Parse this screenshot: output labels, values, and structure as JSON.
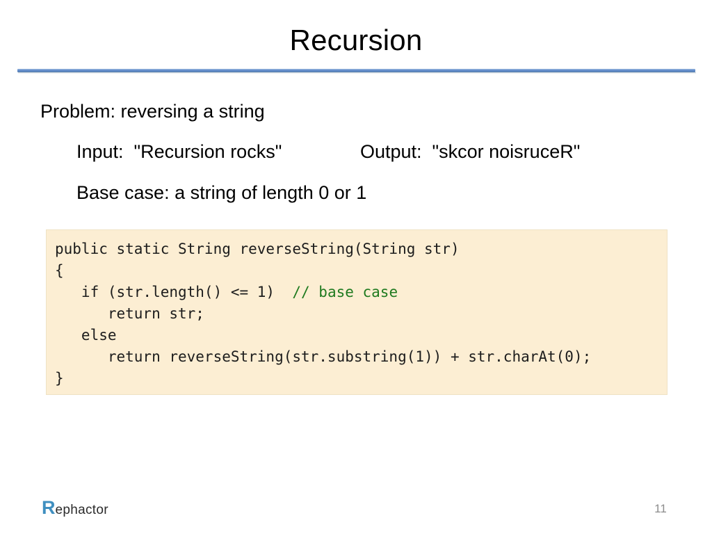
{
  "slide": {
    "title": "Recursion",
    "page_number": "11",
    "accent_color": "#4f7cbe",
    "code_background": "#fceed3",
    "comment_color": "#1f7a1f"
  },
  "body": {
    "problem": "Problem: reversing a string",
    "input": "Input:  \"Recursion rocks\"",
    "output": "Output:  \"skcor noisruceR\"",
    "base_case": "Base case: a string of length 0 or 1"
  },
  "code": {
    "line1": "public static String reverseString(String str)",
    "line2": "{",
    "line3_code": "   if (str.length() <= 1)  ",
    "line3_comment": "// base case",
    "line4": "      return str;",
    "line5": "   else",
    "line6": "      return reverseString(str.substring(1)) + str.charAt(0);",
    "line7": "}"
  },
  "footer": {
    "logo_initial": "R",
    "logo_rest": "ephactor"
  }
}
